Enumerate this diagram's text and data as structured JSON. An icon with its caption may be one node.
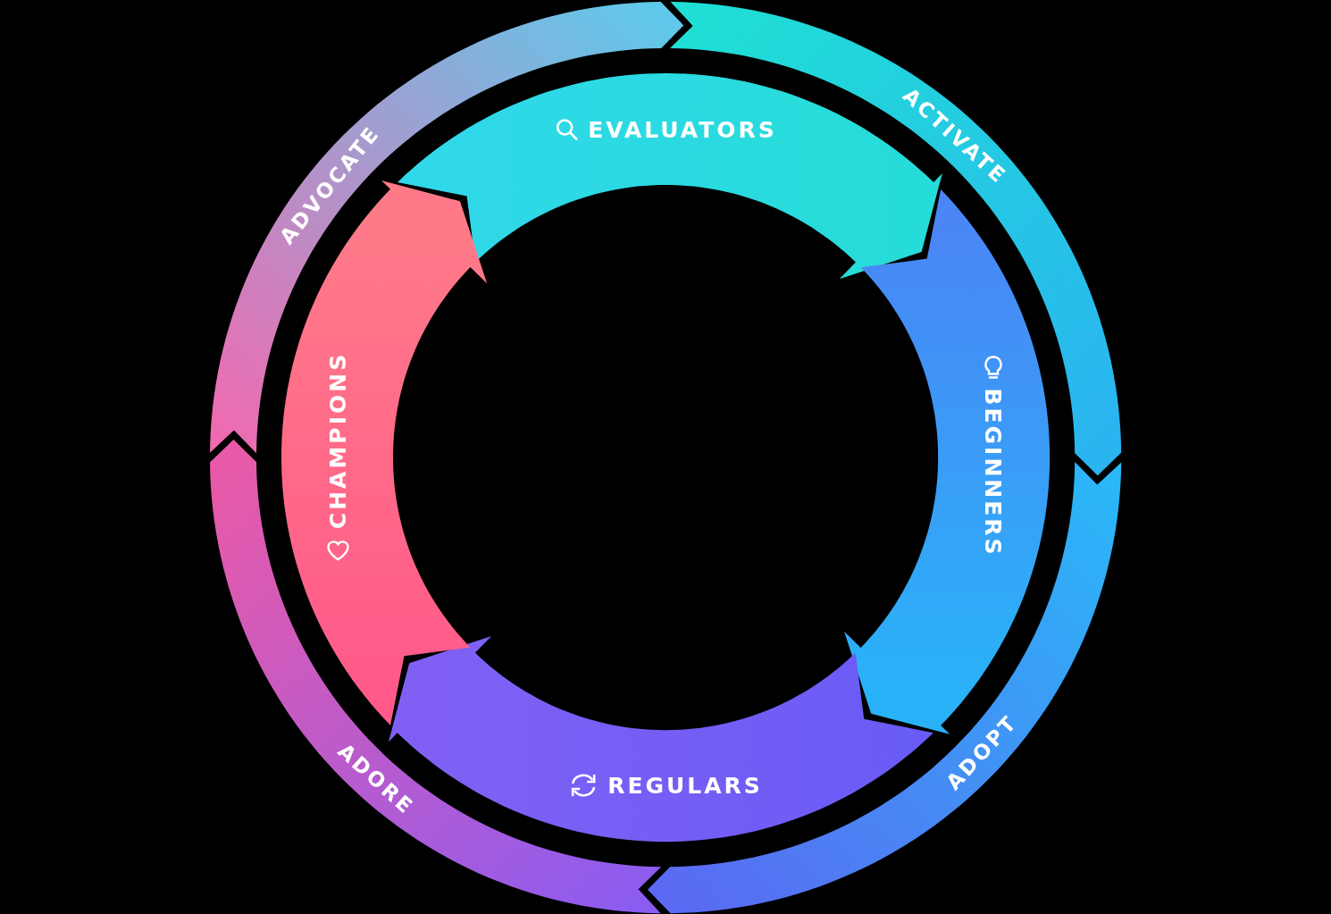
{
  "diagram": {
    "nodes": [
      {
        "text": [
          "ACTIVATE"
        ]
      },
      {
        "text": [
          "ADOPT"
        ]
      },
      {
        "text": [
          "ADORE"
        ]
      },
      {
        "text": [
          "ADVOCATE"
        ]
      },
      {
        "text": [
          "EVALUATORS"
        ]
      },
      {
        "text": [
          "BEGINNERS"
        ]
      },
      {
        "text": [
          "REGULARS"
        ]
      },
      {
        "text": [
          "CHAMPIONS"
        ]
      }
    ]
  }
}
